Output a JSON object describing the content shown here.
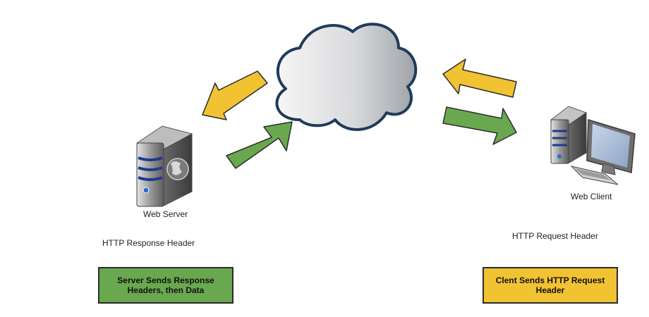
{
  "colors": {
    "request_arrow": "#f1c232",
    "response_arrow": "#6aa84f",
    "cloud_outline": "#1f3b5c",
    "server_box": "#6aa84f",
    "client_box": "#f1c232"
  },
  "icons": {
    "server": "web-server-icon",
    "client": "desktop-computer-icon",
    "network": "cloud-icon"
  },
  "server": {
    "name": "Web Server",
    "header_label": "HTTP Response Header",
    "box_text": "Server Sends Response Headers, then Data"
  },
  "client": {
    "name": "Web Client",
    "header_label": "HTTP Request Header",
    "box_text": "Clent Sends HTTP Request Header"
  }
}
